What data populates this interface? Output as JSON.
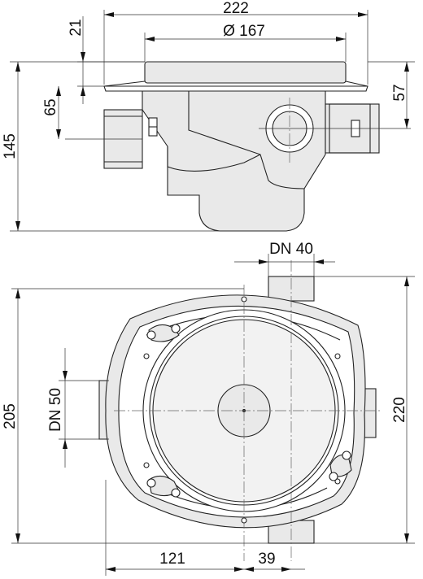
{
  "dimensions": {
    "overall_width": "222",
    "bore_diameter": "Ø 167",
    "top_offset": "21",
    "depth_65": "65",
    "overall_height": "145",
    "outlet_height": "57",
    "outlet_dn": "DN 40",
    "inlet_dn": "DN 50",
    "plan_depth": "205",
    "plan_width": "220",
    "center_offset": "121",
    "outlet_offset": "39"
  }
}
